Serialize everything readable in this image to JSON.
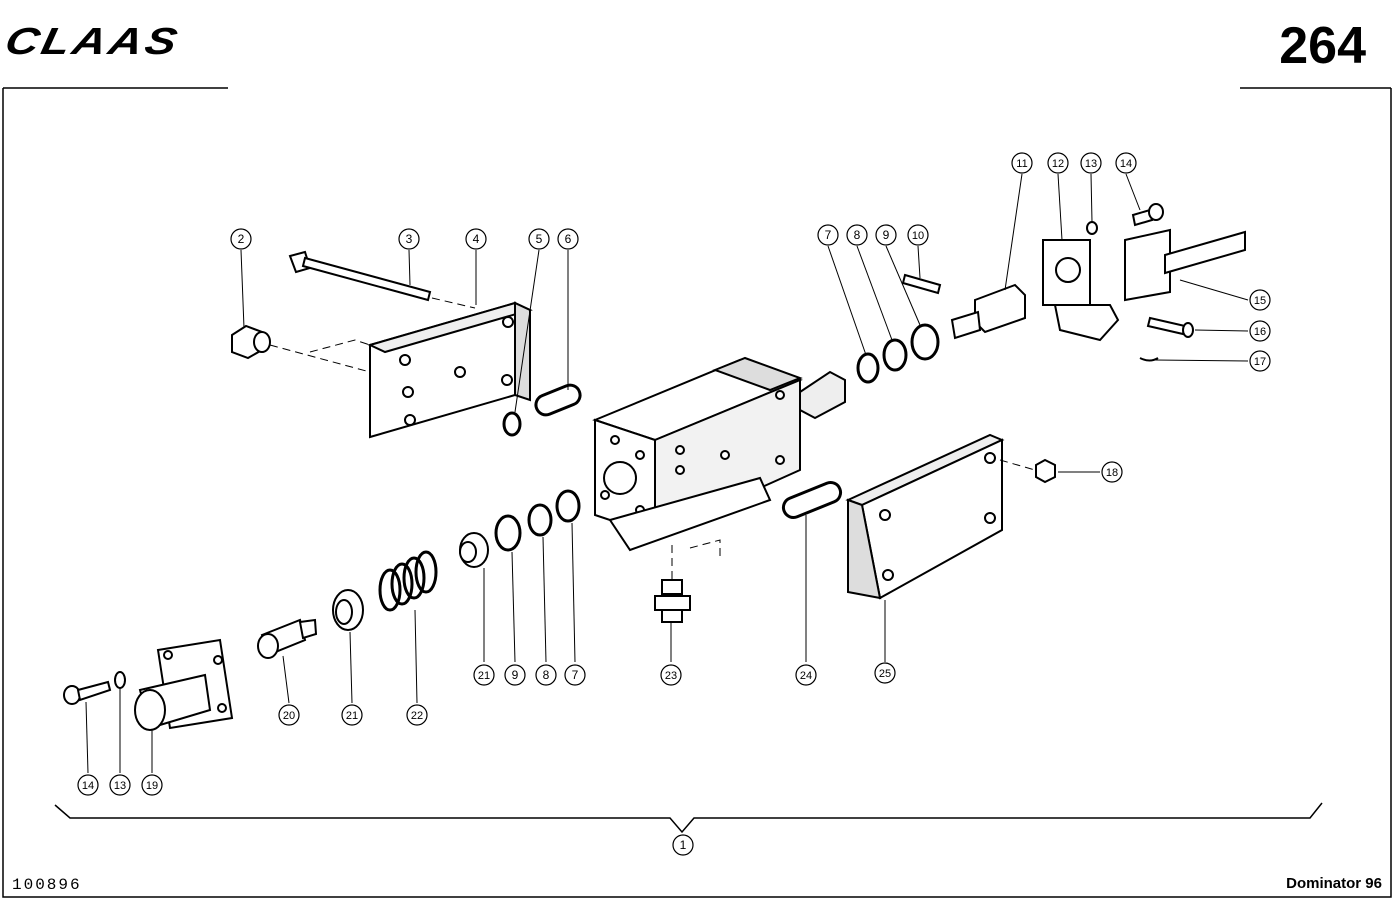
{
  "header": {
    "brand": "CLAAS",
    "page_number": "264"
  },
  "footer": {
    "drawing_number": "100896",
    "model": "Dominator 96"
  },
  "callouts": [
    {
      "id": "c2",
      "label": "2"
    },
    {
      "id": "c3",
      "label": "3"
    },
    {
      "id": "c4",
      "label": "4"
    },
    {
      "id": "c5",
      "label": "5"
    },
    {
      "id": "c6",
      "label": "6"
    },
    {
      "id": "c7a",
      "label": "7"
    },
    {
      "id": "c8a",
      "label": "8"
    },
    {
      "id": "c9a",
      "label": "9"
    },
    {
      "id": "c10",
      "label": "10"
    },
    {
      "id": "c11",
      "label": "11"
    },
    {
      "id": "c12",
      "label": "12"
    },
    {
      "id": "c13a",
      "label": "13"
    },
    {
      "id": "c14a",
      "label": "14"
    },
    {
      "id": "c15",
      "label": "15"
    },
    {
      "id": "c16",
      "label": "16"
    },
    {
      "id": "c17",
      "label": "17"
    },
    {
      "id": "c18",
      "label": "18"
    },
    {
      "id": "c21a",
      "label": "21"
    },
    {
      "id": "c9b",
      "label": "9"
    },
    {
      "id": "c8b",
      "label": "8"
    },
    {
      "id": "c7b",
      "label": "7"
    },
    {
      "id": "c23",
      "label": "23"
    },
    {
      "id": "c24",
      "label": "24"
    },
    {
      "id": "c25",
      "label": "25"
    },
    {
      "id": "c20",
      "label": "20"
    },
    {
      "id": "c21b",
      "label": "21"
    },
    {
      "id": "c22",
      "label": "22"
    },
    {
      "id": "c14b",
      "label": "14"
    },
    {
      "id": "c13b",
      "label": "13"
    },
    {
      "id": "c19",
      "label": "19"
    },
    {
      "id": "c1",
      "label": "1"
    }
  ]
}
